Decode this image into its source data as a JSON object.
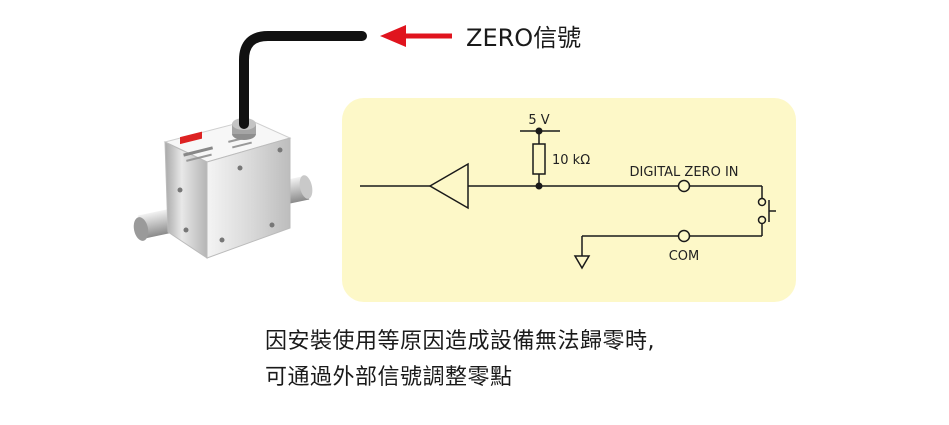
{
  "signal_label": "ZERO信號",
  "circuit": {
    "supply_label": "5 V",
    "resistor_label": "10 kΩ",
    "input_label": "DIGITAL ZERO IN",
    "com_label": "COM"
  },
  "caption": {
    "line1": "因安裝使用等原因造成設備無法歸零時,",
    "line2": "可通過外部信號調整零點"
  },
  "colors": {
    "arrow": "#e0141e",
    "panel": "#fdf8c8",
    "cable": "#111111"
  }
}
